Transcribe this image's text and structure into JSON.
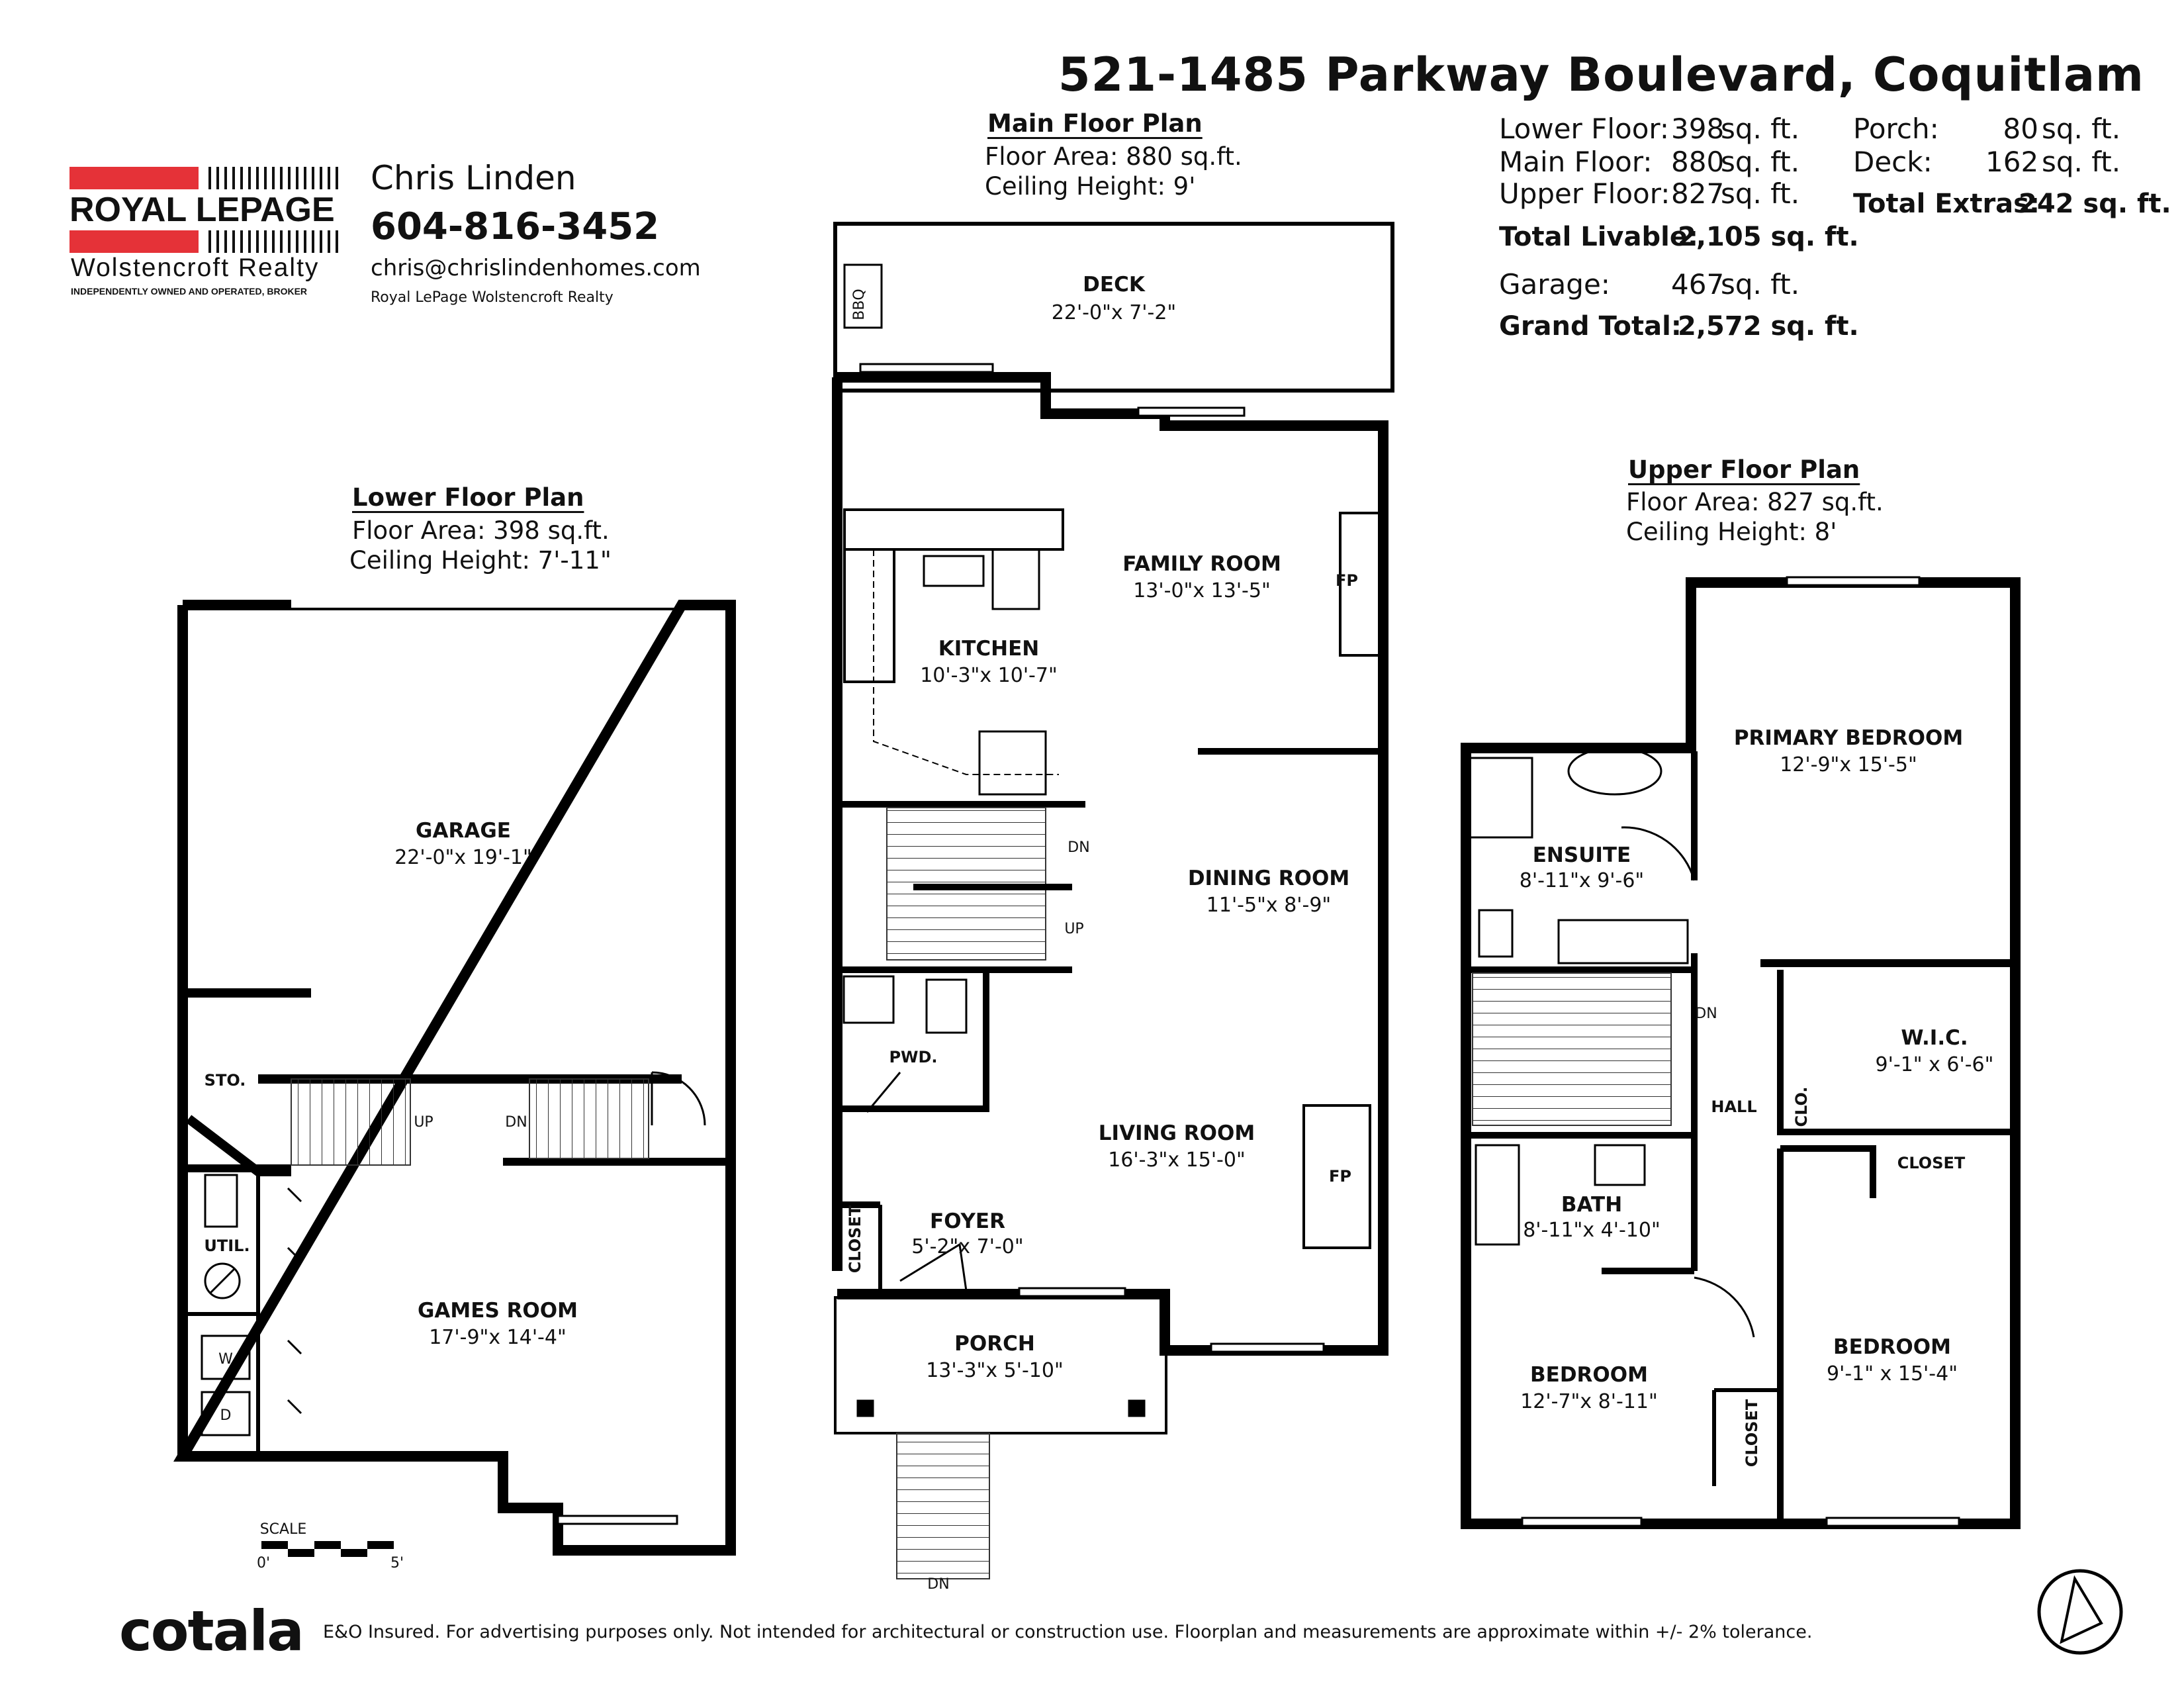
{
  "title": "521-1485 Parkway Boulevard, Coquitlam",
  "brokerage": {
    "brand_top": "ROYAL LEPAGE",
    "brand_sub": "Wolstencroft Realty",
    "brand_tag": "INDEPENDENTLY OWNED AND OPERATED, BROKER",
    "brand_color": "#e53238"
  },
  "agent": {
    "name": "Chris Linden",
    "phone": "604-816-3452",
    "email": "chris@chrislindenhomes.com",
    "company": "Royal LePage Wolstencroft Realty"
  },
  "areas": {
    "lower": {
      "label": "Lower Floor:",
      "value": "398",
      "unit": "sq. ft."
    },
    "main": {
      "label": "Main Floor:",
      "value": "880",
      "unit": "sq. ft."
    },
    "upper": {
      "label": "Upper Floor:",
      "value": "827",
      "unit": "sq. ft."
    },
    "total_livable": {
      "label": "Total Livable:",
      "value": "2,105 sq. ft."
    },
    "garage": {
      "label": "Garage:",
      "value": "467",
      "unit": "sq. ft."
    },
    "grand_total": {
      "label": "Grand Total:",
      "value": "2,572 sq. ft."
    },
    "porch": {
      "label": "Porch:",
      "value": "80",
      "unit": "sq. ft."
    },
    "deck": {
      "label": "Deck:",
      "value": "162",
      "unit": "sq. ft."
    },
    "total_extras": {
      "label": "Total Extras:",
      "value": "242 sq. ft."
    }
  },
  "plans": {
    "main": {
      "title": "Main Floor Plan",
      "area": "Floor Area: 880 sq.ft.",
      "ceiling": "Ceiling Height: 9'"
    },
    "lower": {
      "title": "Lower Floor Plan",
      "area": "Floor Area: 398 sq.ft.",
      "ceiling": "Ceiling Height: 7'-11\""
    },
    "upper": {
      "title": "Upper Floor Plan",
      "area": "Floor Area: 827 sq.ft.",
      "ceiling": "Ceiling Height: 8'"
    }
  },
  "rooms": {
    "garage": {
      "name": "GARAGE",
      "dim": "22'-0\"x 19'-1\""
    },
    "sto": {
      "name": "STO."
    },
    "util": {
      "name": "UTIL."
    },
    "games": {
      "name": "GAMES ROOM",
      "dim": "17'-9\"x 14'-4\""
    },
    "deck": {
      "name": "DECK",
      "dim": "22'-0\"x  7'-2\""
    },
    "family": {
      "name": "FAMILY ROOM",
      "dim": "13'-0\"x 13'-5\""
    },
    "kitchen": {
      "name": "KITCHEN",
      "dim": "10'-3\"x 10'-7\""
    },
    "dining": {
      "name": "DINING ROOM",
      "dim": "11'-5\"x  8'-9\""
    },
    "pwd": {
      "name": "PWD."
    },
    "living": {
      "name": "LIVING ROOM",
      "dim": "16'-3\"x 15'-0\""
    },
    "foyer": {
      "name": "FOYER",
      "dim": "5'-2\"x  7'-0\""
    },
    "closet_main": {
      "name": "CLOSET"
    },
    "porch": {
      "name": "PORCH",
      "dim": "13'-3\"x 5'-10\""
    },
    "primary": {
      "name": "PRIMARY BEDROOM",
      "dim": "12'-9\"x 15'-5\""
    },
    "ensuite": {
      "name": "ENSUITE",
      "dim": "8'-11\"x  9'-6\""
    },
    "wic": {
      "name": "W.I.C.",
      "dim": "9'-1\"  x  6'-6\""
    },
    "hall": {
      "name": "HALL"
    },
    "clo": {
      "name": "CLO."
    },
    "closet_up": {
      "name": "CLOSET"
    },
    "bath": {
      "name": "BATH",
      "dim": "8'-11\"x 4'-10\""
    },
    "bedroom1": {
      "name": "BEDROOM",
      "dim": "12'-7\"x 8'-11\""
    },
    "bedroom2": {
      "name": "BEDROOM",
      "dim": "9'-1\"  x 15'-4\""
    },
    "closet_bed": {
      "name": "CLOSET"
    }
  },
  "labels": {
    "fp": "FP",
    "up": "UP",
    "dn": "DN",
    "bbq": "BBQ",
    "washer": "W",
    "dryer": "D"
  },
  "scale": {
    "label": "SCALE",
    "start": "0'",
    "end": "5'"
  },
  "footer": {
    "logo": "cotala",
    "disclaimer": "E&O Insured. For advertising purposes only. Not intended for architectural or construction use. Floorplan and measurements are approximate within +/- 2% tolerance."
  },
  "icons": [
    "compass-icon",
    "bbq-icon",
    "fireplace-icon",
    "stairs-icon"
  ]
}
